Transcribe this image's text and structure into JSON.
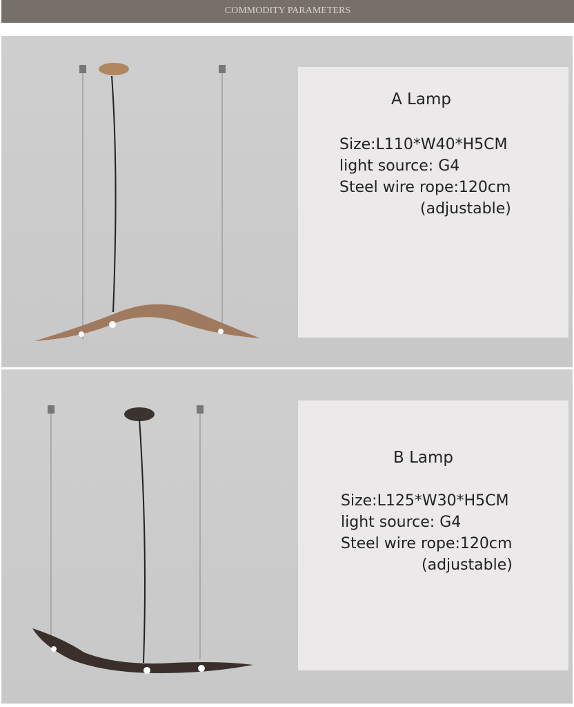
{
  "header": {
    "title": "COMMODITY PARAMETERS"
  },
  "products": [
    {
      "name": "A Lamp",
      "size": "Size:L110*W40*H5CM",
      "light_source": "light source: G4",
      "wire": "Steel wire rope:120cm",
      "wire_note": "(adjustable)",
      "finish_color": "#a07a5e"
    },
    {
      "name": "B Lamp",
      "size": "Size:L125*W30*H5CM",
      "light_source": "light source: G4",
      "wire": "Steel wire rope:120cm",
      "wire_note": "(adjustable)",
      "finish_color": "#3a2f2a"
    }
  ]
}
